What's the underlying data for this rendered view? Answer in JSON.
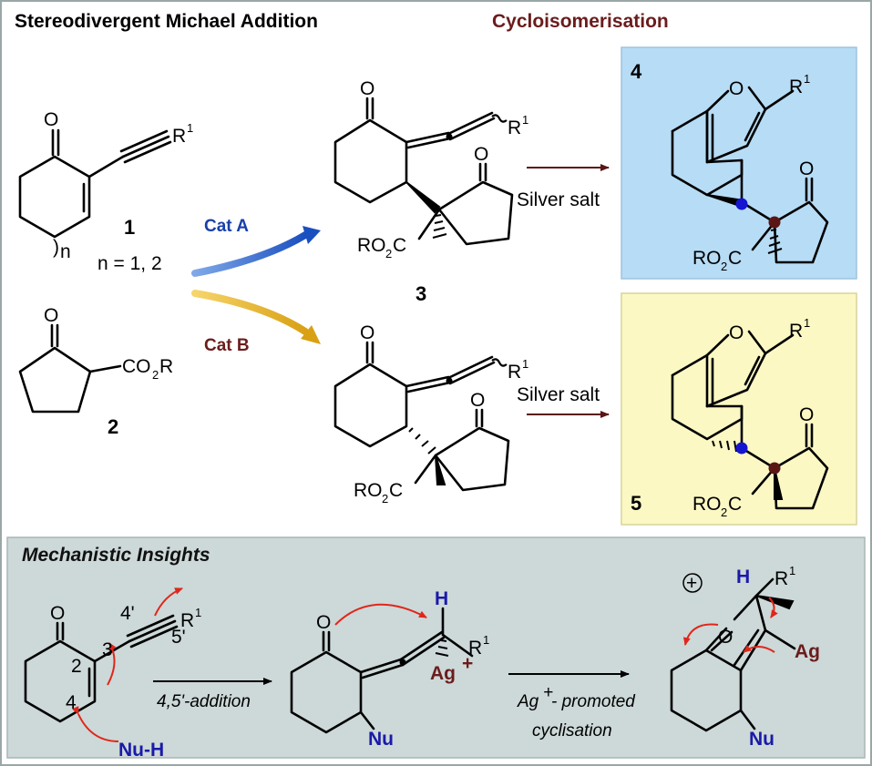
{
  "headers": {
    "michael": "Stereodivergent Michael Addition",
    "cyclo": "Cycloisomerisation"
  },
  "colors": {
    "cyclo_title": "#6b1c1c",
    "cat_a": "#1a3fa8",
    "cat_b": "#6b1c1c",
    "box4": "#b7dcf5",
    "box5": "#fbf8c4",
    "mech_panel": "#cdd8d8",
    "curly_arrow": "#e0261a",
    "nu_text": "#1a1aa8",
    "ag_text": "#6b1c1c",
    "stereo_blue": "#1515d0",
    "stereo_red": "#5a1515"
  },
  "compounds": {
    "c1": {
      "number": "1",
      "r": "R",
      "r_sup": "1",
      "n_label": "n = 1, 2",
      "n_sub": "n",
      "o": "O"
    },
    "c2": {
      "number": "2",
      "o": "O",
      "ester": "CO",
      "ester_sub": "2",
      "ester_r": "R"
    },
    "c3": {
      "number": "3",
      "o1": "O",
      "o2": "O",
      "r": "R",
      "r_sup": "1",
      "ester_pre": "RO",
      "ester_sub": "2",
      "ester_c": "C"
    },
    "c3b": {
      "o1": "O",
      "o2": "O",
      "r": "R",
      "r_sup": "1",
      "ester_pre": "RO",
      "ester_sub": "2",
      "ester_c": "C"
    },
    "c4": {
      "number": "4",
      "o_furan": "O",
      "o_ketone": "O",
      "r": "R",
      "r_sup": "1",
      "ester_pre": "RO",
      "ester_sub": "2",
      "ester_c": "C"
    },
    "c5": {
      "number": "5",
      "o_furan": "O",
      "o_ketone": "O",
      "r": "R",
      "r_sup": "1",
      "ester_pre": "RO",
      "ester_sub": "2",
      "ester_c": "C"
    }
  },
  "catalysts": {
    "a": "Cat A",
    "b": "Cat B"
  },
  "reagents": {
    "silver_top": "Silver salt",
    "silver_bottom": "Silver salt"
  },
  "mechanism": {
    "title": "Mechanistic Insights",
    "step1_label": "4,5'-addition",
    "step2_label_line1": "Ag",
    "step2_label_sup": "+",
    "step2_label_rest": "- promoted",
    "step2_label_line2": "cyclisation",
    "s1": {
      "o": "O",
      "pos2": "2",
      "pos3": "3",
      "pos4": "4",
      "pos4p": "4'",
      "pos5p": "5'",
      "r": "R",
      "r_sup": "1",
      "nu": "Nu-H"
    },
    "s2": {
      "o": "O",
      "h": "H",
      "r": "R",
      "r_sup": "1",
      "ag": "Ag",
      "ag_sup": "+",
      "nu": "Nu"
    },
    "s3": {
      "o": "O",
      "plus": "+",
      "h": "H",
      "r": "R",
      "r_sup": "1",
      "ag": "Ag",
      "nu": "Nu"
    }
  }
}
